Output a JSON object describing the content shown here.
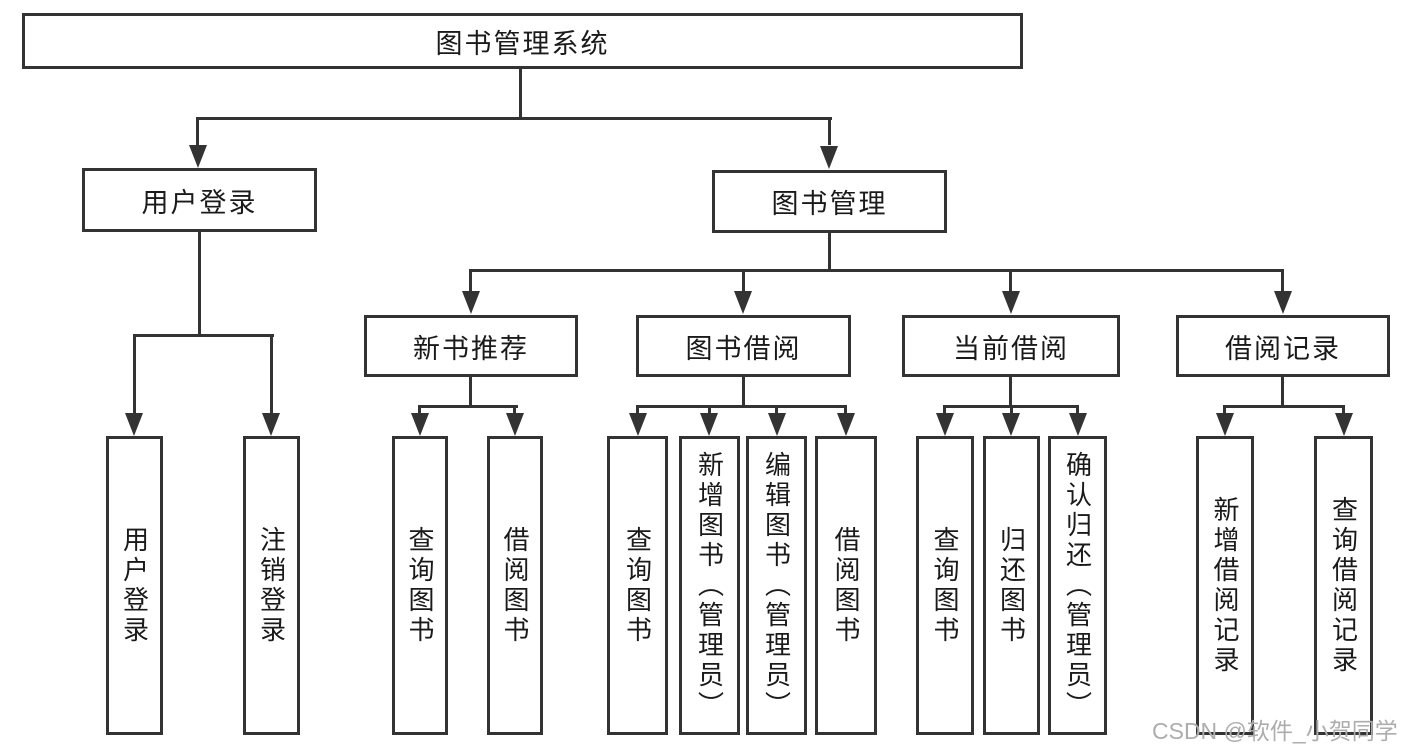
{
  "diagram": {
    "root": {
      "label": "图书管理系统"
    },
    "branches": [
      {
        "label": "用户登录",
        "children": [
          {
            "label": "用户登录"
          },
          {
            "label": "注销登录"
          }
        ]
      },
      {
        "label": "图书管理",
        "children": [
          {
            "label": "新书推荐",
            "children": [
              {
                "label": "查询图书"
              },
              {
                "label": "借阅图书"
              }
            ]
          },
          {
            "label": "图书借阅",
            "children": [
              {
                "label": "查询图书"
              },
              {
                "label": "新增图书（管理员）"
              },
              {
                "label": "编辑图书（管理员）"
              },
              {
                "label": "借阅图书"
              }
            ]
          },
          {
            "label": "当前借阅",
            "children": [
              {
                "label": "查询图书"
              },
              {
                "label": "归还图书"
              },
              {
                "label": "确认归还（管理员）"
              }
            ]
          },
          {
            "label": "借阅记录",
            "children": [
              {
                "label": "新增借阅记录"
              },
              {
                "label": "查询借阅记录"
              }
            ]
          }
        ]
      }
    ],
    "watermark": "CSDN @软件_小贺同学"
  },
  "colors": {
    "line": "#333333",
    "text": "#1a1a1a",
    "bg": "#ffffff",
    "watermark": "#adadad"
  }
}
